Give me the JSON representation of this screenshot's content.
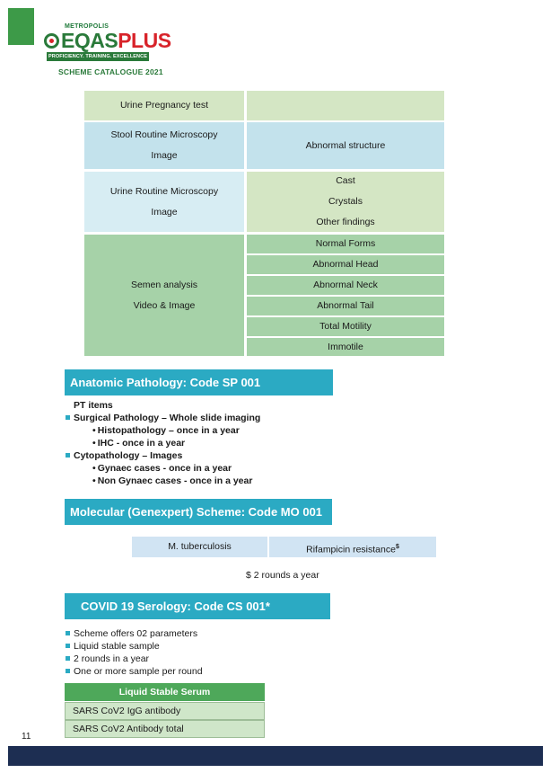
{
  "header": {
    "logo_top": "METROPOLIS",
    "logo_main_left": "EQAS",
    "logo_main_right": "PLUS",
    "logo_tagline": "PROFICIENCY. TRAINING. EXCELLENCE",
    "catalogue": "SCHEME CATALOGUE 2021"
  },
  "table": {
    "urine_pregnancy": "Urine Pregnancy test",
    "stool_line1": "Stool Routine Microscopy",
    "stool_line2": "Image",
    "stool_value": "Abnormal structure",
    "urine_line1": "Urine Routine Microscopy",
    "urine_line2": "Image",
    "urine_values": [
      "Cast",
      "Crystals",
      "Other findings"
    ],
    "semen_line1": "Semen analysis",
    "semen_line2": "Video & Image",
    "semen_values": [
      "Normal Forms",
      "Abnormal Head",
      "Abnormal Neck",
      "Abnormal Tail",
      "Total Motility",
      "Immotile"
    ]
  },
  "anatomic": {
    "title": "Anatomic Pathology:  Code SP 001",
    "pt_items": "PT items",
    "surgical": "Surgical Pathology – Whole slide imaging",
    "histo": "Histopathology – once in a year",
    "ihc": "IHC - once in a year",
    "cyto": "Cytopathology – Images",
    "gynaec": "Gynaec cases - once in a year",
    "nongynaec": "Non Gynaec cases - once in a year"
  },
  "molecular": {
    "title": "Molecular (Genexpert) Scheme:  Code MO 001",
    "box1": "M. tuberculosis",
    "box2": "Rifampicin resistance",
    "box2_sup": "$",
    "note": "$ 2 rounds a year"
  },
  "covid": {
    "title": "COVID 19 Serology: Code CS 001*",
    "bullets": [
      "Scheme offers 02 parameters",
      "Liquid stable sample",
      "2 rounds in a year",
      "One or more sample per round"
    ],
    "serum_header": "Liquid Stable Serum",
    "serum_rows": [
      "SARS CoV2  IgG antibody",
      "SARS CoV2  Antibody total"
    ]
  },
  "page_number": "11",
  "colors": {
    "brand_green": "#2a7a3a",
    "brand_red": "#d8232a",
    "section_teal": "#2baac3",
    "footer_navy": "#1d2e52"
  }
}
